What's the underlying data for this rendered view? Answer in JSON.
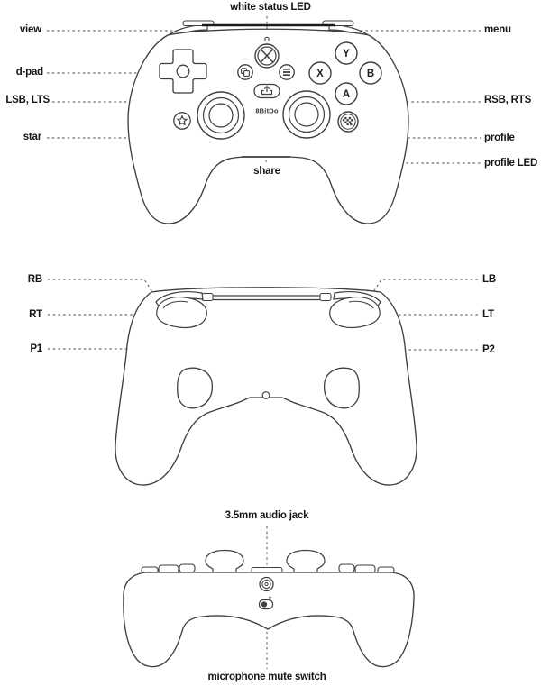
{
  "diagram": {
    "front_view": {
      "labels": {
        "white_status_led": "white status LED",
        "view": "view",
        "menu": "menu",
        "dpad": "d-pad",
        "lsb_lts": "LSB, LTS",
        "rsb_rts": "RSB, RTS",
        "star": "star",
        "profile": "profile",
        "profile_led": "profile LED",
        "share": "share"
      },
      "face_buttons": {
        "y": "Y",
        "x": "X",
        "b": "B",
        "a": "A"
      },
      "brand_logo": "8BitDo"
    },
    "back_view": {
      "labels": {
        "rb": "RB",
        "lb": "LB",
        "rt": "RT",
        "lt": "LT",
        "p1": "P1",
        "p2": "P2"
      }
    },
    "bottom_view": {
      "labels": {
        "audio_jack": "3.5mm audio jack",
        "mic_mute_switch": "microphone mute switch"
      }
    },
    "colors": {
      "outline": "#3f3f3f",
      "leader": "#6b6b6b",
      "text": "#161616",
      "background": "#ffffff"
    }
  }
}
